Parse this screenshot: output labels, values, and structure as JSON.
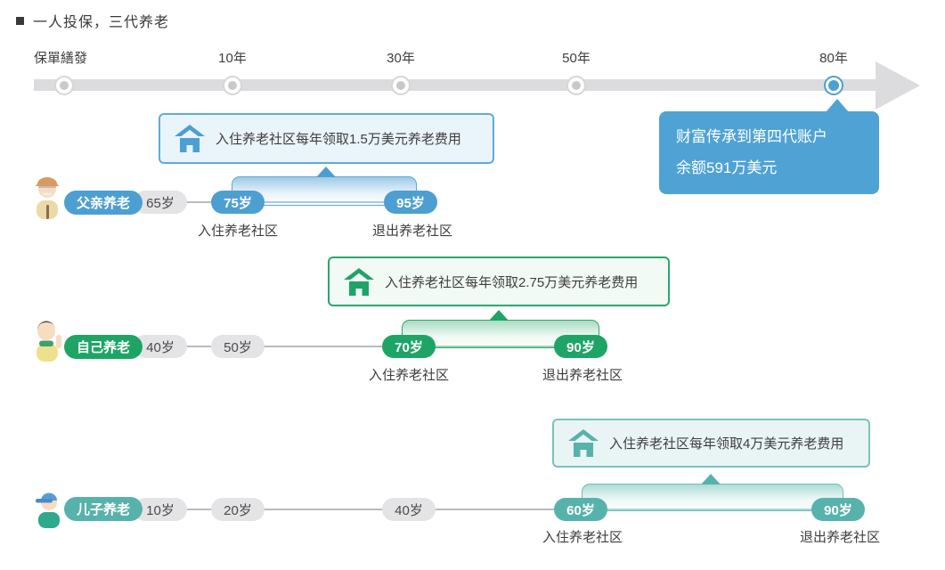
{
  "page": {
    "title": "一人投保，三代养老"
  },
  "colors": {
    "blue_accent": "#4D9FD2",
    "green_accent": "#1EA566",
    "teal_accent": "#58B2AC",
    "callout_bg": "#4FA3D4",
    "gray_pill_bg": "#E4E4E6",
    "timeline_bar": "#DCDCDE",
    "text_dark": "#3C3C3C"
  },
  "timeline": {
    "labels": [
      "保單繕發",
      "10年",
      "30年",
      "50年",
      "80年"
    ]
  },
  "callout": {
    "line1": "财富传承到第四代账户",
    "line2": "余额591万美元"
  },
  "rows": [
    {
      "badge": "父亲养老",
      "person": "father",
      "accent": "#4D9FD2",
      "info": "入住养老社区每年领取1.5万美元养老费用",
      "ages": {
        "start": "65岁",
        "enter": "75岁",
        "exit": "95岁"
      },
      "enter_label": "入住养老社区",
      "exit_label": "退出养老社区"
    },
    {
      "badge": "自己养老",
      "person": "self",
      "accent": "#1EA566",
      "info": "入住养老社区每年领取2.75万美元养老费用",
      "ages": {
        "start": "40岁",
        "step1": "50岁",
        "enter": "70岁",
        "exit": "90岁"
      },
      "enter_label": "入住养老社区",
      "exit_label": "退出养老社区"
    },
    {
      "badge": "儿子养老",
      "person": "son",
      "accent": "#58B2AC",
      "info": "入住养老社区每年领取4万美元养老费用",
      "ages": {
        "start": "10岁",
        "step1": "20岁",
        "step2": "40岁",
        "enter": "60岁",
        "exit": "90岁"
      },
      "enter_label": "入住养老社区",
      "exit_label": "退出养老社区"
    }
  ]
}
